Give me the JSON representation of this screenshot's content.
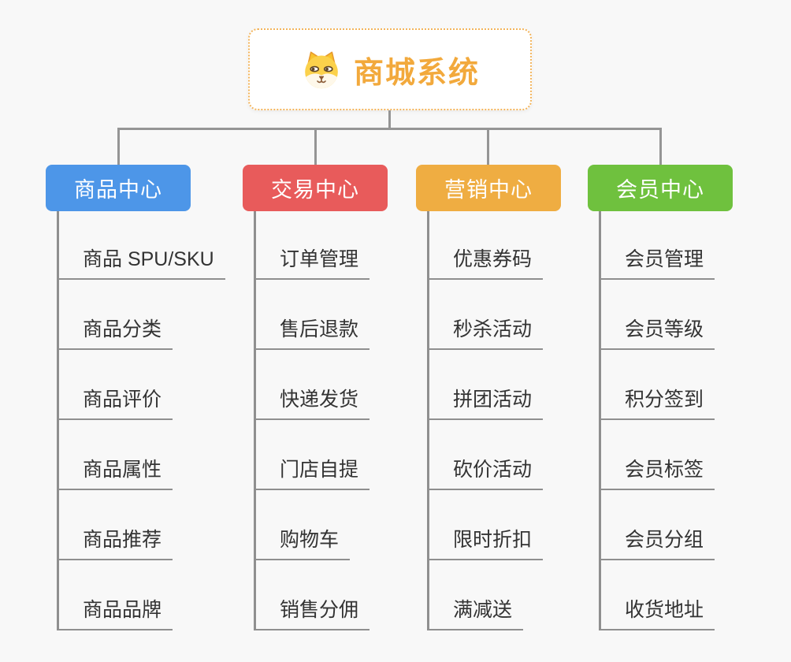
{
  "root": {
    "title": "商城系统",
    "icon": "dog-face-icon"
  },
  "branches": [
    {
      "label": "商品中心",
      "color": "#4d96e8",
      "items": [
        "商品 SPU/SKU",
        "商品分类",
        "商品评价",
        "商品属性",
        "商品推荐",
        "商品品牌"
      ]
    },
    {
      "label": "交易中心",
      "color": "#e85b5b",
      "items": [
        "订单管理",
        "售后退款",
        "快递发货",
        "门店自提",
        "购物车",
        "销售分佣"
      ]
    },
    {
      "label": "营销中心",
      "color": "#efad42",
      "items": [
        "优惠券码",
        "秒杀活动",
        "拼团活动",
        "砍价活动",
        "限时折扣",
        "满减送"
      ]
    },
    {
      "label": "会员中心",
      "color": "#6fc13e",
      "items": [
        "会员管理",
        "会员等级",
        "积分签到",
        "会员标签",
        "会员分组",
        "收货地址"
      ]
    }
  ],
  "colors": {
    "background": "#f8f8f8",
    "connector": "#959595",
    "root_border": "#f3b45b",
    "root_title": "#f2a93c",
    "leaf_text": "#333333",
    "leaf_underline": "#8f8f8f"
  }
}
